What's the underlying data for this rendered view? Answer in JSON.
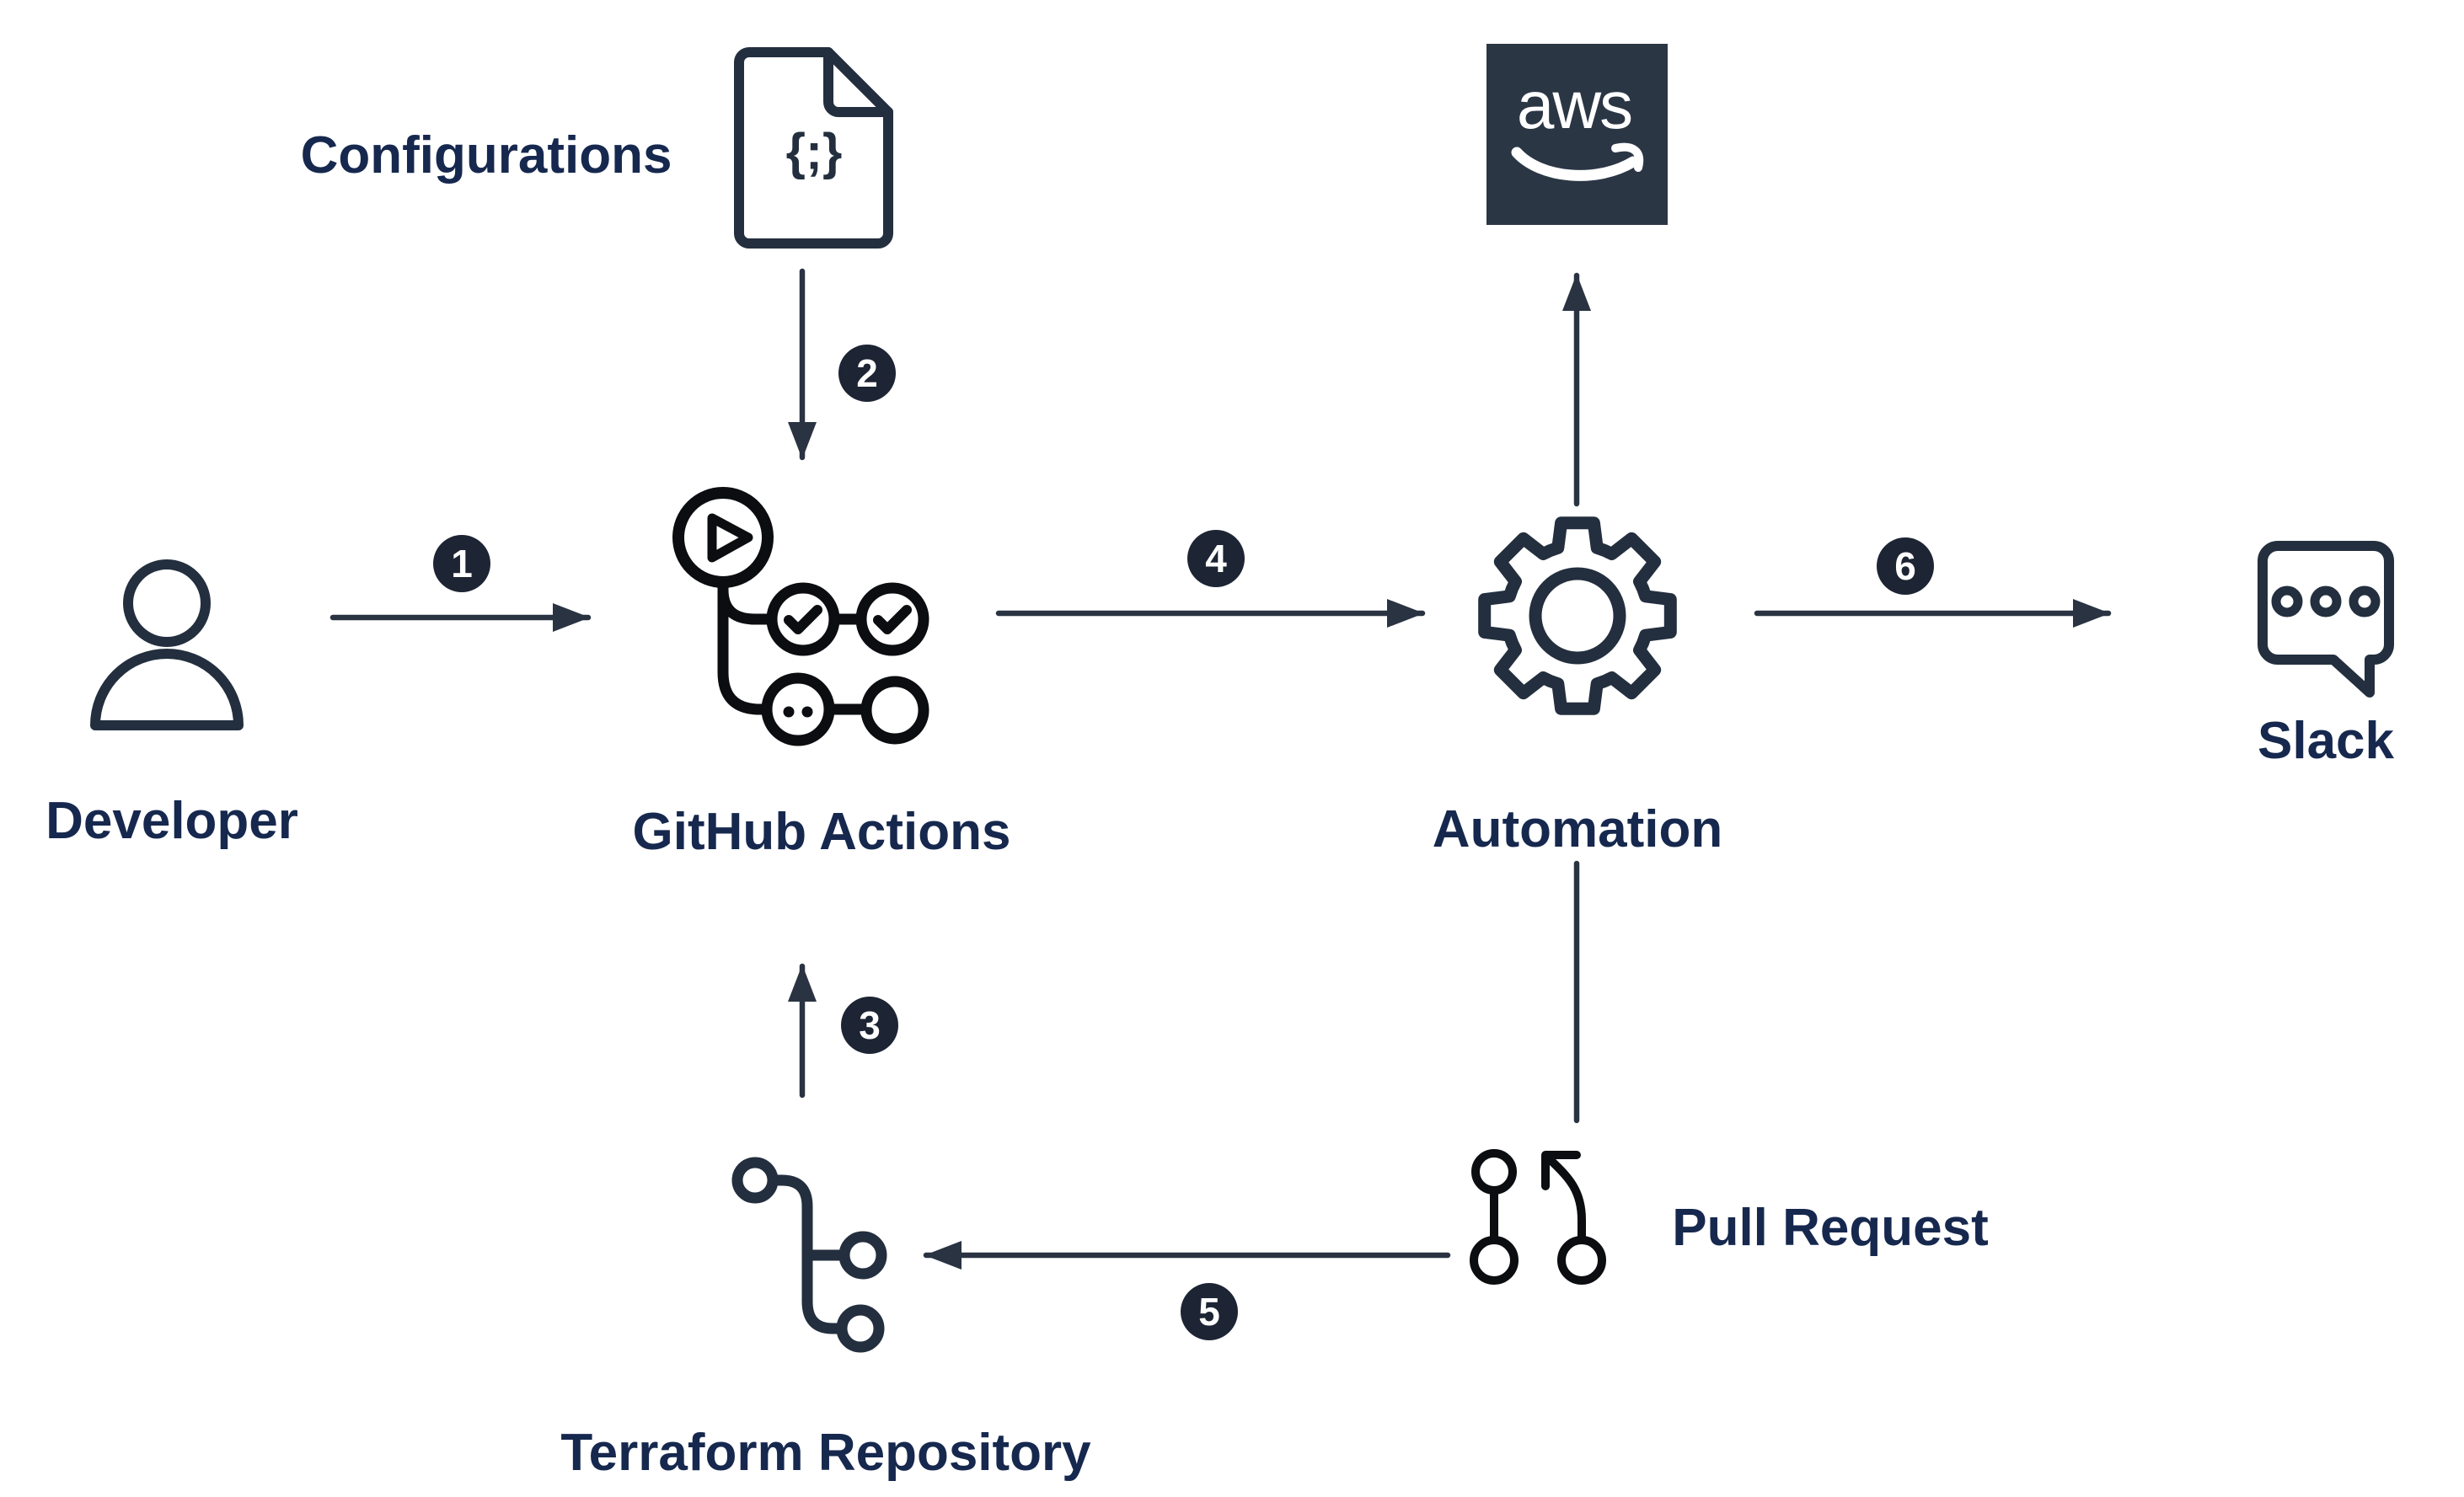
{
  "diagram": {
    "background_color": "#ffffff",
    "arrow_color": "#2a3342",
    "icon_color": "#232f3e",
    "dark_icon_color": "#0b0d10",
    "label_color": "#16284e",
    "badge_color": "#1d2433",
    "badge_text_color": "#ffffff",
    "aws_box_color": "#2b3645",
    "nodes": {
      "developer": {
        "label": "Developer"
      },
      "configurations": {
        "label": "Configurations",
        "glyph": "{;}"
      },
      "github_actions": {
        "label": "GitHub Actions"
      },
      "aws": {
        "label": "aws"
      },
      "automation": {
        "label": "Automation"
      },
      "slack": {
        "label": "Slack"
      },
      "pull_request": {
        "label": "Pull Request"
      },
      "terraform_repository": {
        "label": "Terraform Repository"
      }
    },
    "edges": [
      {
        "number": "1",
        "from": "Developer",
        "to": "GitHub Actions"
      },
      {
        "number": "2",
        "from": "Configurations",
        "to": "GitHub Actions"
      },
      {
        "number": "3",
        "from": "Terraform Repository",
        "to": "GitHub Actions"
      },
      {
        "number": "4",
        "from": "GitHub Actions",
        "to": "Automation"
      },
      {
        "number": "5",
        "from": "Pull Request",
        "to": "Terraform Repository"
      },
      {
        "number": "6",
        "from": "Automation",
        "to": "Slack"
      },
      {
        "number": "",
        "from": "Automation",
        "to": "AWS"
      },
      {
        "number": "",
        "from": "Automation",
        "to": "Pull Request"
      }
    ]
  }
}
